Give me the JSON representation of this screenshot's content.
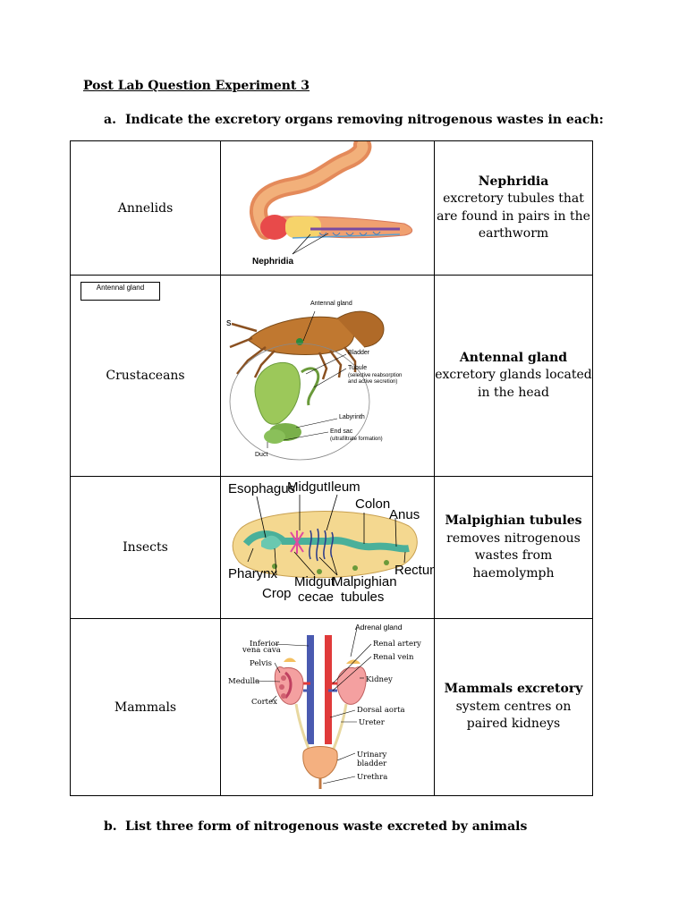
{
  "doc": {
    "title": "Post Lab Question Experiment 3",
    "question_a": {
      "label": "a.",
      "text": "Indicate the excretory organs removing nitrogenous wastes in each:"
    },
    "question_b": {
      "label": "b.",
      "text": "List three form of nitrogenous waste excreted by animals"
    }
  },
  "rows": [
    {
      "animal": "Annelids",
      "organ": "Nephridia",
      "description": "excretory tubules that are found in pairs in the earthworm",
      "image_labels": {
        "caption": "Nephridia"
      }
    },
    {
      "animal": "Crustaceans",
      "organ": "Antennal gland",
      "description": "excretory glands located in the head",
      "box_label": "Antennal gland",
      "image_labels": {
        "antennal_gland": "Antennal gland",
        "bladder": "Bladder",
        "tubule": "Tubule",
        "tubule_note": "(selective reabsorption and active secretion)",
        "labyrinth": "Labyrinth",
        "end_sac": "End sac",
        "end_sac_note": "(ultrafiltrate formation)",
        "duct": "Duct",
        "stray": "s"
      }
    },
    {
      "animal": "Insects",
      "organ": "Malpighian tubules",
      "description": "removes nitrogenous wastes from haemolymph",
      "image_labels": {
        "esophagus": "Esophagus",
        "midgut": "Midgut",
        "ileum": "Ileum",
        "colon": "Colon",
        "anus": "Anus",
        "pharynx": "Pharynx",
        "crop": "Crop",
        "midgut_cecae": "Midgut cecae",
        "malpighian": "Malpighian tubules",
        "rectum": "Rectum"
      }
    },
    {
      "animal": "Mammals",
      "organ": "Mammals excretory",
      "description": "system centres on paired kidneys",
      "image_labels": {
        "adrenal": "Adrenal gland",
        "inferior": "Inferior",
        "vena_cava": "vena cava",
        "renal_artery": "Renal artery",
        "pelvis": "Pelvis",
        "renal_vein": "Renal vein",
        "medulla": "Medulla",
        "kidney": "Kidney",
        "cortex": "Cortex",
        "dorsal_aorta": "Dorsal aorta",
        "ureter": "Ureter",
        "urinary": "Urinary",
        "bladder": "bladder",
        "urethra": "Urethra"
      }
    }
  ]
}
